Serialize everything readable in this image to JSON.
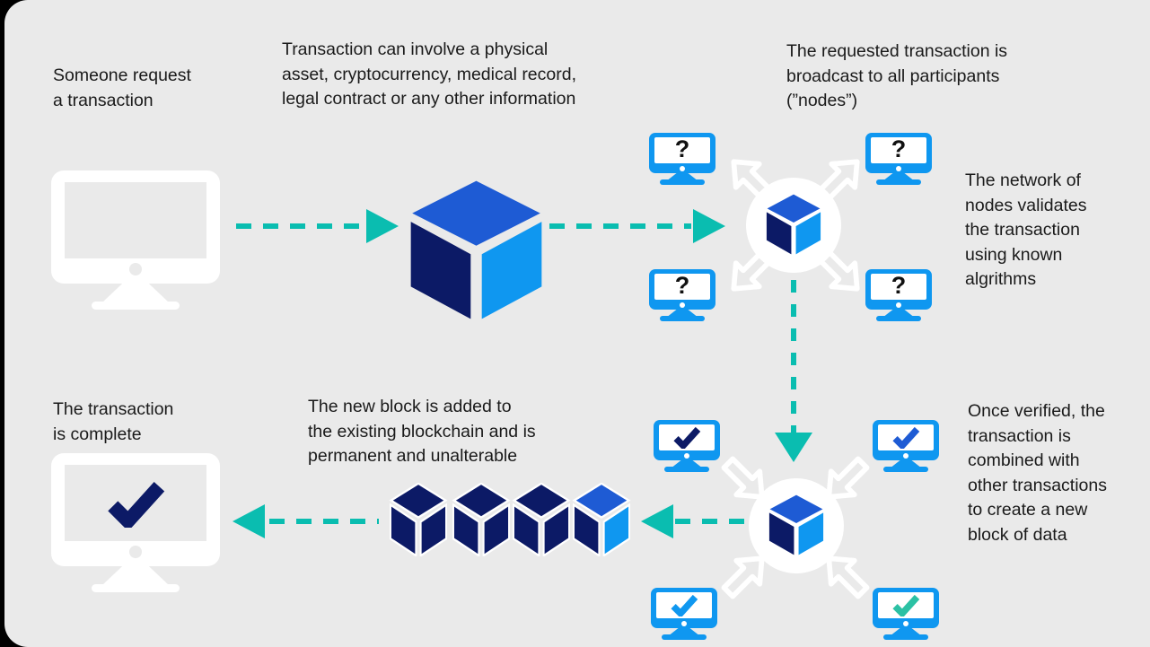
{
  "palette": {
    "background": "#eaeaea",
    "page_edge": "#000000",
    "bright_blue": "#0f97f0",
    "mid_blue": "#1e5bd4",
    "navy": "#0c1a66",
    "teal": "#0abdb0",
    "teal_check": "#2bc1a4",
    "white": "#ffffff",
    "text": "#1a1a1a"
  },
  "labels": {
    "request": "Someone request\na transaction",
    "asset": "Transaction can involve a physical\nasset, cryptocurrency, medical record,\nlegal contract or any other information",
    "broadcast": "The requested transaction is\nbroadcast to all participants\n(”nodes”)",
    "validate": "The network of\nnodes validates\nthe transaction\nusing known\nalgrithms",
    "combine": "Once verified, the\ntransaction is\ncombined with\nother transactions\nto create a new\nblock of data",
    "append": "The new block is added to\nthe existing blockchain and is\npermanent and unalterable",
    "complete": "The transaction\nis complete"
  },
  "icons": {
    "question_mark": "?",
    "checkmark": "✓"
  }
}
